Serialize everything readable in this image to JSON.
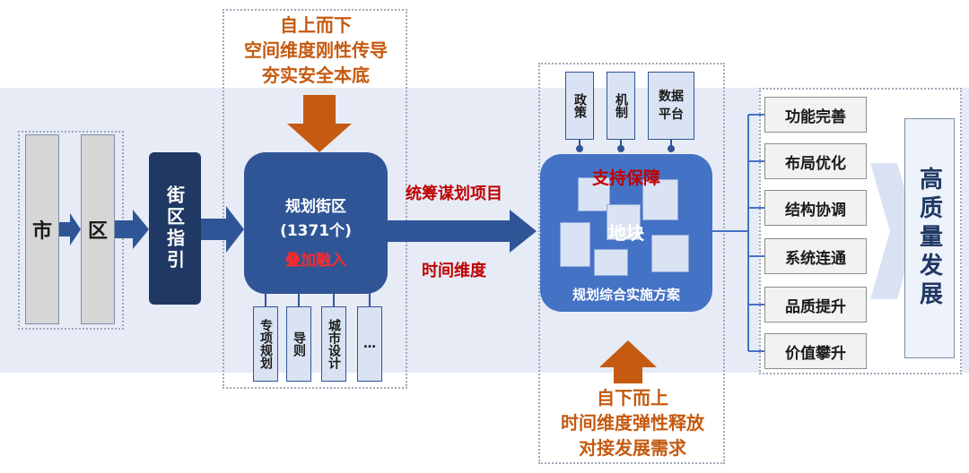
{
  "left": {
    "city": "市",
    "district": "区",
    "street_guide": "街区指引"
  },
  "top_note": {
    "line1": "自上而下",
    "line2": "空间维度刚性传导",
    "line3": "夯实安全本底"
  },
  "planning_block": {
    "title": "规划街区",
    "count": "(1371个)",
    "overlay": "叠加融入"
  },
  "inputs": [
    {
      "label": "专项规划"
    },
    {
      "label": "导则"
    },
    {
      "label": "城市设计"
    },
    {
      "label": "…"
    }
  ],
  "middle": {
    "project": "统筹谋划项目",
    "time": "时间维度"
  },
  "supports": [
    {
      "label": "政策"
    },
    {
      "label": "机制"
    },
    {
      "label": "数据平台"
    }
  ],
  "implementation": {
    "support": "支持保障",
    "parcel": "地块",
    "plan": "规划综合实施方案"
  },
  "bottom_note": {
    "line1": "自下而上",
    "line2": "时间维度弹性释放",
    "line3": "对接发展需求"
  },
  "outcomes": [
    {
      "label": "功能完善"
    },
    {
      "label": "布局优化"
    },
    {
      "label": "结构协调"
    },
    {
      "label": "系统连通"
    },
    {
      "label": "品质提升"
    },
    {
      "label": "价值攀升"
    }
  ],
  "goal": "高质量发展",
  "colors": {
    "navy": "#1f3864",
    "block_blue": "#2f5597",
    "light_blue": "#4472c4",
    "orange": "#c55a11",
    "red": "#c00000",
    "band": "#e6ebf6"
  }
}
